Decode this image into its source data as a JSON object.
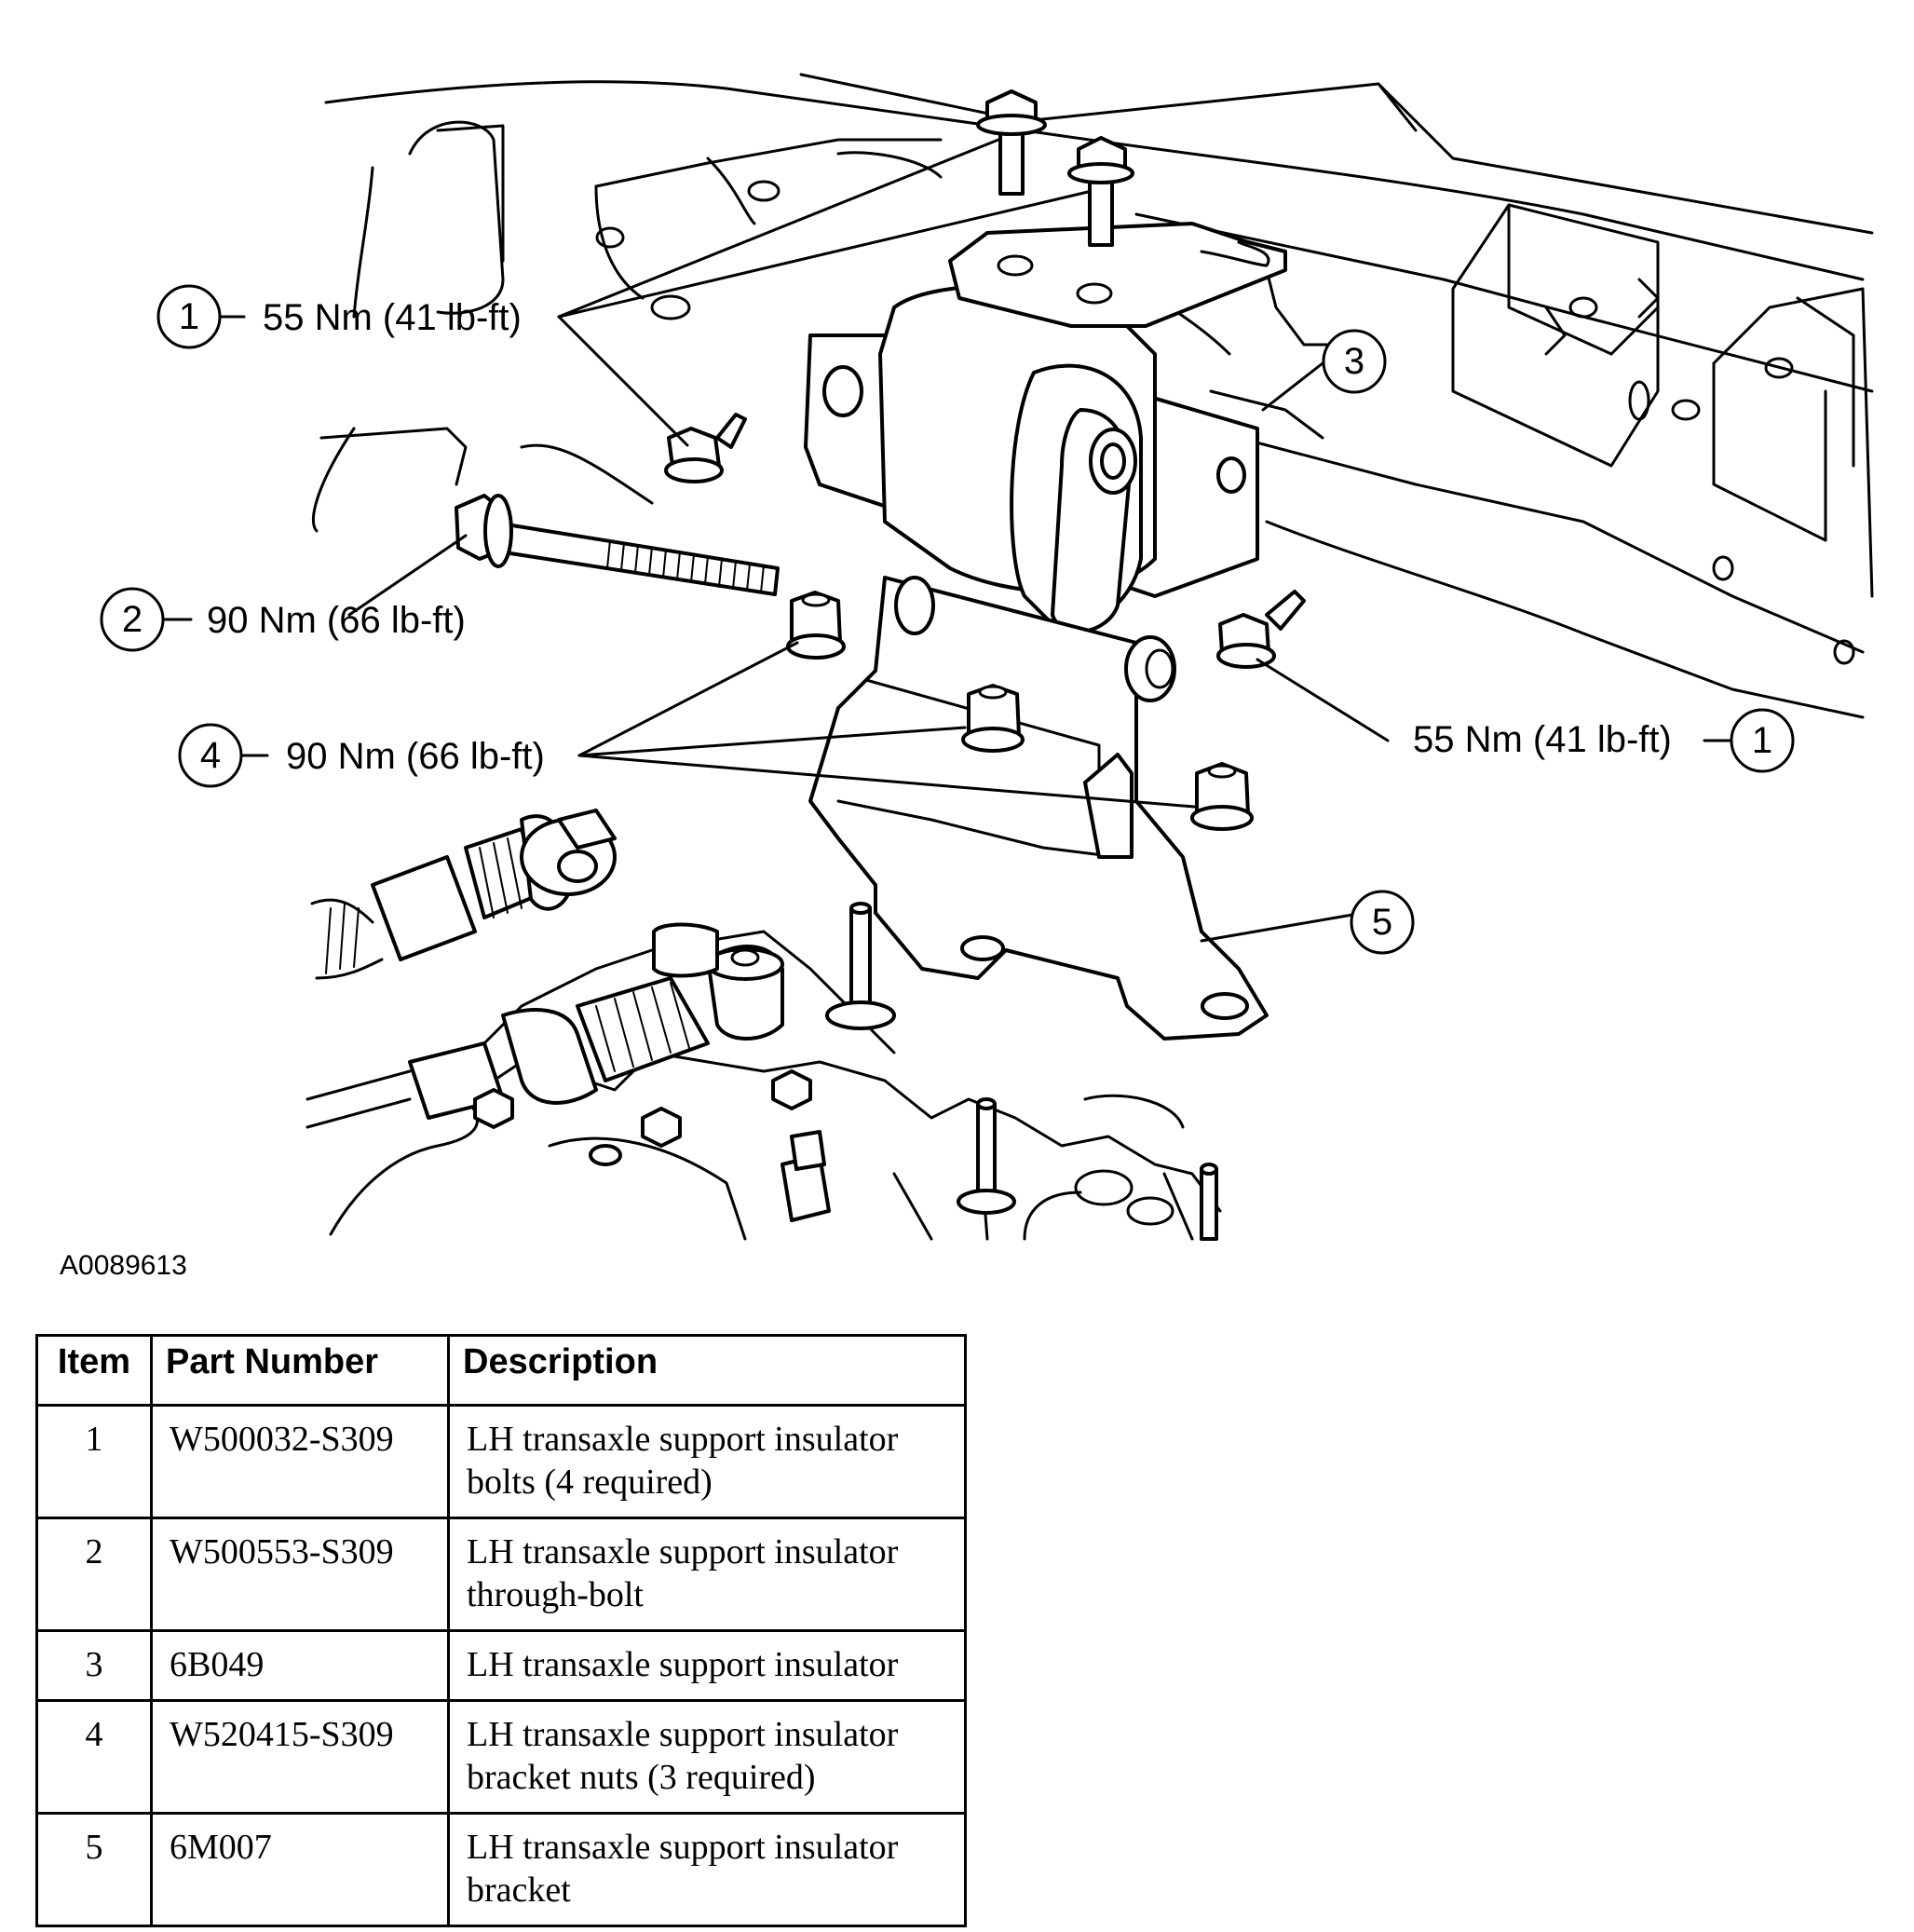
{
  "figure": {
    "id": "A0089613",
    "callouts": [
      {
        "num": "1",
        "label": "55 Nm (41 lb-ft)"
      },
      {
        "num": "2",
        "label": "90 Nm (66 lb-ft)"
      },
      {
        "num": "4",
        "label": "90 Nm (66 lb-ft)"
      },
      {
        "num": "1",
        "label": "55 Nm (41 lb-ft)"
      },
      {
        "num": "3",
        "label": ""
      },
      {
        "num": "5",
        "label": ""
      }
    ]
  },
  "table": {
    "headers": [
      "Item",
      "Part Number",
      "Description"
    ],
    "rows": [
      {
        "item": "1",
        "part": "W500032-S309",
        "desc": "LH transaxle support insulator bolts (4 required)"
      },
      {
        "item": "2",
        "part": "W500553-S309",
        "desc": "LH transaxle support insulator through-bolt"
      },
      {
        "item": "3",
        "part": "6B049",
        "desc": "LH transaxle support insulator"
      },
      {
        "item": "4",
        "part": "W520415-S309",
        "desc": "LH transaxle support insulator bracket nuts (3 required)"
      },
      {
        "item": "5",
        "part": "6M007",
        "desc": "LH transaxle support insulator bracket"
      }
    ]
  }
}
